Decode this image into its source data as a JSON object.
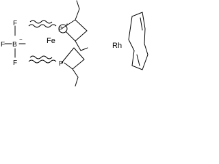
{
  "atoms": {
    "fe": "Fe",
    "rh": "Rh",
    "b": "B",
    "f_top": "F",
    "f_left": "F",
    "f_bottom": "F",
    "p_upper": "P",
    "p_lower": "P"
  },
  "charges": {
    "borate": "−",
    "phosphorus": "+"
  },
  "colors": {
    "ink": "#000000",
    "background": "#ffffff"
  }
}
